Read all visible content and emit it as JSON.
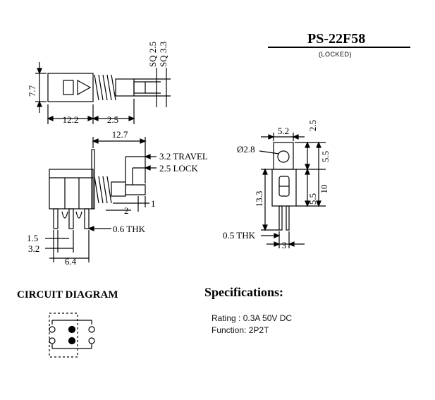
{
  "header": {
    "part_number": "PS-22F58",
    "variant": "(LOCKED)"
  },
  "top_view": {
    "dim_height": "7.7",
    "dim_body_length": "12.2",
    "dim_plunger_length": "2.5",
    "dim_sq_small": "SQ 2.5",
    "dim_sq_large": "SQ 3.3"
  },
  "side_view": {
    "dim_overall": "12.7",
    "travel_label": "3.2 TRAVEL",
    "lock_label": "2.5 LOCK",
    "dim_1": "1",
    "dim_2": "2",
    "thk_label": "0.6 THK",
    "dim_1_5": "1.5",
    "dim_3_2": "3.2",
    "dim_6_4": "6.4"
  },
  "end_view": {
    "hole_label": "Ø2.8",
    "dim_5_2": "5.2",
    "dim_2_5": "2.5",
    "dim_5_5_top": "5.5",
    "dim_10": "10",
    "dim_5_5_bottom": "5.5",
    "dim_13_3": "13.3",
    "thk_label": "0.5 THK",
    "dim_3": "3"
  },
  "circuit": {
    "title": "CIRCUIT DIAGRAM"
  },
  "specifications": {
    "title": "Specifications:",
    "rating": "Rating : 0.3A 50V DC",
    "function": "Function: 2P2T"
  }
}
